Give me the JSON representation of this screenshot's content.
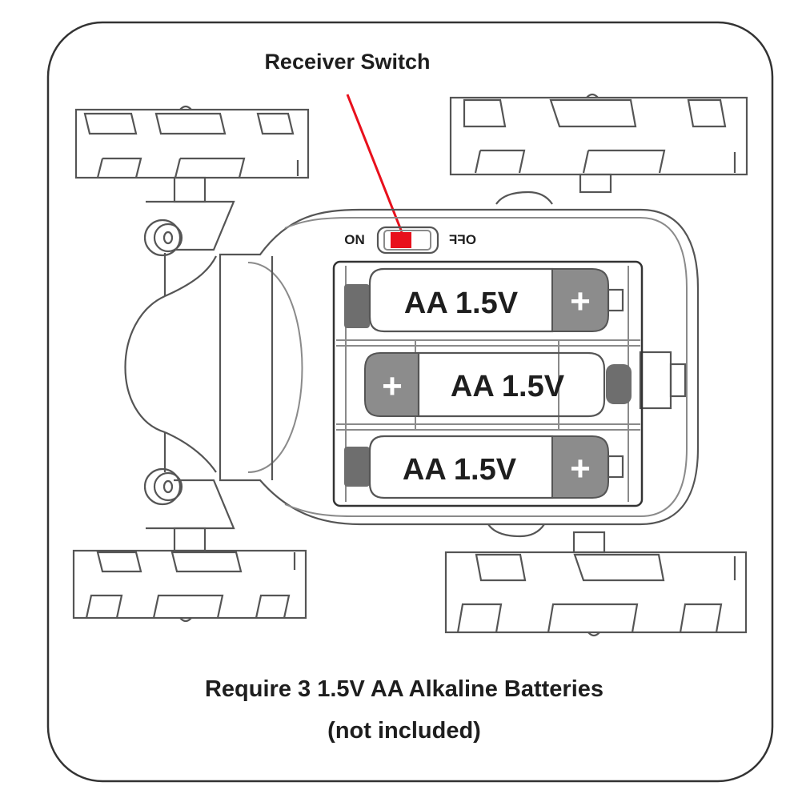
{
  "diagram": {
    "title_label": "Receiver Switch",
    "switch": {
      "on_label": "ON",
      "off_label": "OFF",
      "off_label_mirrored": true,
      "indicator_color": "#e8101c",
      "pointer_color": "#e8101c"
    },
    "batteries": [
      {
        "label": "AA 1.5V",
        "positive_side": "right",
        "positive_symbol": "+"
      },
      {
        "label": "AA 1.5V",
        "positive_side": "left",
        "positive_symbol": "+"
      },
      {
        "label": "AA 1.5V",
        "positive_side": "right",
        "positive_symbol": "+"
      }
    ],
    "caption": {
      "line1": "Require 3 1.5V AA Alkaline Batteries",
      "line2": "(not included)"
    },
    "colors": {
      "outline": "#333333",
      "battery_terminal_fill": "#8c8c8c",
      "background": "#ffffff"
    }
  }
}
